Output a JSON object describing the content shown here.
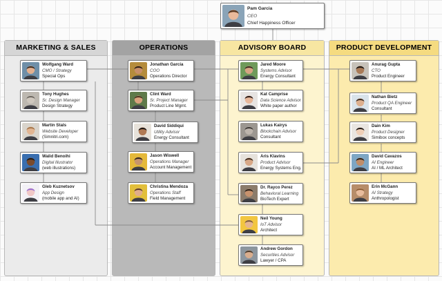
{
  "ceo": {
    "name": "Pam Garcia",
    "role": "CEO",
    "desc": "Chief Happiness Officer",
    "skin": "#e9b99a",
    "hair": "#5a3a24",
    "bg": "#8aa4b8"
  },
  "lanes": [
    {
      "title": "MARKETING & SALES",
      "members": [
        {
          "name": "Wolfgang Ward",
          "role": "CMO / Strategy",
          "desc": "Special Ops",
          "skin": "#e3b08f",
          "hair": "#3b2a1e",
          "bg": "#6f8fa8"
        },
        {
          "name": "Tony Hughes",
          "role": "Sr. Design Manager",
          "desc": "Design Strategy",
          "skin": "#cfc7bd",
          "hair": "#6b665f",
          "bg": "#bdb8b0"
        },
        {
          "name": "Martin Stals",
          "role": "Website Developer",
          "desc": "(Simnitri.com)",
          "skin": "#e2b592",
          "hair": "#a5764b",
          "bg": "#d9d4cc"
        },
        {
          "name": "Walid Benoihi",
          "role": "Digital Illustrator",
          "desc": "(web illustrations)",
          "skin": "#7a4b2d",
          "hair": "#1e1a17",
          "bg": "#3a6fb0"
        },
        {
          "name": "Gleb Kuznetsov",
          "role": "App Design",
          "desc": "(mobile app and AI)",
          "skin": "#f1c8c8",
          "hair": "#9b6fd1",
          "bg": "#f3f1f6"
        }
      ]
    },
    {
      "title": "OPERATIONS",
      "members": [
        {
          "name": "Jonathan Garcia",
          "role": "COO",
          "desc": "Operations Director",
          "skin": "#c98f68",
          "hair": "#2a1d14",
          "bg": "#b58c3c"
        },
        {
          "name": "Clint Ward",
          "role": "Sr. Project Manager",
          "desc": "Product Line Mgmt.",
          "skin": "#d9a27d",
          "hair": "#4b3320",
          "bg": "#5f7a4a"
        },
        {
          "name": "David Siddiqui",
          "role": "Utility Advisor",
          "desc": "Energy Consultant",
          "skin": "#b07a55",
          "hair": "#1b1512",
          "bg": "#e7e2da"
        },
        {
          "name": "Jason Wiswell",
          "role": "Operations Manager",
          "desc": "Account Management",
          "skin": "#c8946c",
          "hair": "#33261c",
          "bg": "#e5b93a"
        },
        {
          "name": "Christina Mendoza",
          "role": "Operations Staff",
          "desc": "Field Management",
          "skin": "#e0ad8a",
          "hair": "#5c3b24",
          "bg": "#e2bf3b"
        }
      ]
    },
    {
      "title": "ADVISORY BOARD",
      "members": [
        {
          "name": "Jared Moore",
          "role": "Systems Advisor",
          "desc": "Energy Consultant",
          "skin": "#d6a583",
          "hair": "#3a2a1f",
          "bg": "#6f9a5a"
        },
        {
          "name": "Kat Camprise",
          "role": "Data Science Advisor",
          "desc": "White paper author",
          "skin": "#e7b79a",
          "hair": "#2b1b17",
          "bg": "#e7e4e2"
        },
        {
          "name": "Lukas Kairys",
          "role": "Blockchain Advisor",
          "desc": "Consultant",
          "skin": "#bdb5ad",
          "hair": "#3a3633",
          "bg": "#9c9791"
        },
        {
          "name": "Aris Klavins",
          "role": "Product Advisor",
          "desc": "Energy Systems Eng.",
          "skin": "#d8a887",
          "hair": "#3d2b1f",
          "bg": "#e6e2dc"
        },
        {
          "name": "Dr. Rayco Perez",
          "role": "Behavioral Learning",
          "desc": "BioTech Expert",
          "skin": "#c7926d",
          "hair": "#2a1f18",
          "bg": "#8b7c6b"
        },
        {
          "name": "Neil Young",
          "role": "IoT Advisor",
          "desc": "Architect",
          "skin": "#e5b58f",
          "hair": "#7a5a3a",
          "bg": "#f2c640"
        },
        {
          "name": "Andrew Gordon",
          "role": "Securities Advisor",
          "desc": "Lawyer / CPA",
          "skin": "#d9ad8d",
          "hair": "#4a3a2c",
          "bg": "#8d969e"
        }
      ]
    },
    {
      "title": "PRODUCT DEVELOPMENT",
      "members": [
        {
          "name": "Anurag Gupta",
          "role": "CTO",
          "desc": "Product Engineer",
          "skin": "#a97a57",
          "hair": "#1a1512",
          "bg": "#c7c2ba"
        },
        {
          "name": "Nathan Bietz",
          "role": "Product QA Engineer",
          "desc": "Consultant",
          "skin": "#ddb08f",
          "hair": "#3b2c22",
          "bg": "#d9e3ea"
        },
        {
          "name": "Dain Kim",
          "role": "Product Designer",
          "desc": "Simibox concepts",
          "skin": "#efcfb8",
          "hair": "#1d1716",
          "bg": "#e9e5e1"
        },
        {
          "name": "David Cavazos",
          "role": "AI Engineer",
          "desc": "AI / ML Architect",
          "skin": "#c08d69",
          "hair": "#2b2019",
          "bg": "#7ea6c4"
        },
        {
          "name": "Erin McGann",
          "role": "AI Strategy",
          "desc": "Anthropologist",
          "skin": "#e8bc9d",
          "hair": "#8b5a33",
          "bg": "#b78d6a"
        }
      ]
    }
  ]
}
